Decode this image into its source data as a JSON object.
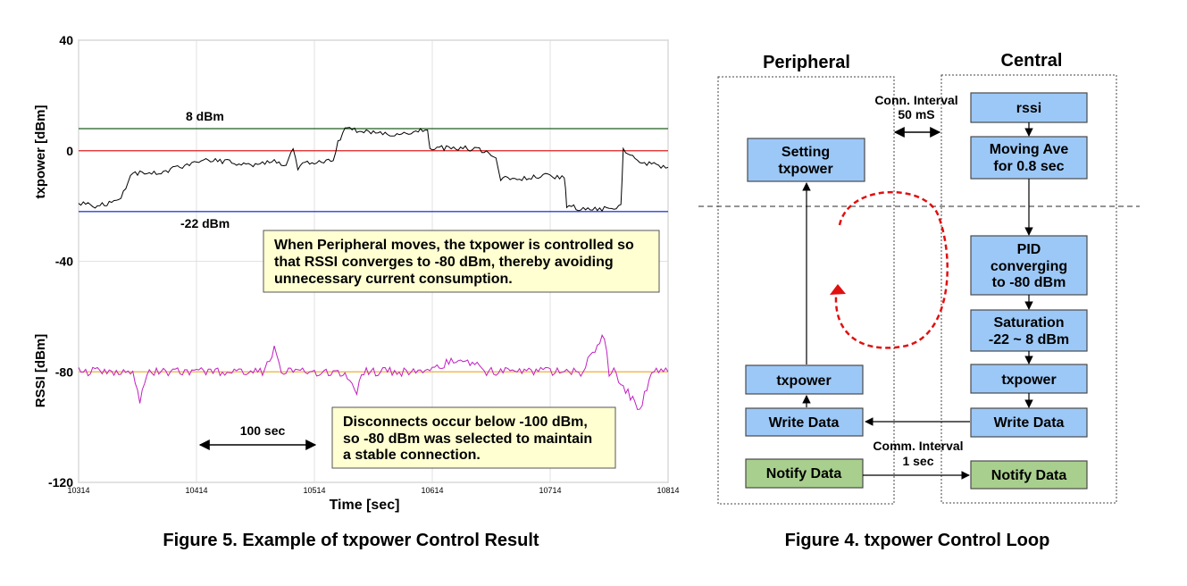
{
  "chart_data": {
    "type": "line",
    "xlabel": "Time [sec]",
    "ylabel_top": "txpower [dBm]",
    "ylabel_bottom": "RSSI [dBm]",
    "xlim": [
      10314,
      10814
    ],
    "ylim": [
      -120,
      40
    ],
    "xticks": [
      "10314",
      "10414",
      "10514",
      "10614",
      "10714",
      "10814"
    ],
    "yticks": [
      "40",
      "0",
      "-40",
      "-80",
      "-120"
    ],
    "reference_lines": [
      {
        "name": "8 dBm",
        "value": 8,
        "color": "#1f5e1f"
      },
      {
        "name": "0",
        "value": 0,
        "color": "#e02020"
      },
      {
        "name": "-22 dBm",
        "value": -22,
        "color": "#2f3fd8"
      },
      {
        "name": "-80",
        "value": -80,
        "color": "#f0b040"
      }
    ],
    "series": [
      {
        "name": "txpower",
        "color": "#000000",
        "x": [
          10314,
          10330,
          10342,
          10348,
          10360,
          10378,
          10390,
          10400,
          10420,
          10440,
          10460,
          10480,
          10490,
          10496,
          10500,
          10508,
          10520,
          10530,
          10534,
          10540,
          10560,
          10580,
          10600,
          10610,
          10612,
          10620,
          10640,
          10660,
          10668,
          10672,
          10690,
          10712,
          10718,
          10726,
          10728,
          10740,
          10760,
          10774,
          10776,
          10790,
          10800,
          10814
        ],
        "y": [
          -19,
          -20,
          -19,
          -18,
          -8,
          -8,
          -7,
          -6,
          -3,
          -4,
          -5,
          -4,
          -5,
          1,
          -6,
          -4,
          -4,
          -3,
          3,
          8,
          7,
          6,
          7,
          8,
          1,
          1,
          1,
          0,
          -2,
          -10,
          -10,
          -9,
          -10,
          -9,
          -20,
          -21,
          -21,
          -20,
          0,
          -4,
          -5,
          -6
        ]
      },
      {
        "name": "RSSI",
        "color": "#c020c0",
        "x": [
          10314,
          10340,
          10360,
          10366,
          10372,
          10400,
          10440,
          10470,
          10480,
          10486,
          10492,
          10520,
          10540,
          10550,
          10556,
          10600,
          10640,
          10660,
          10664,
          10680,
          10700,
          10740,
          10760,
          10764,
          10768,
          10790,
          10800,
          10814
        ],
        "y": [
          -80,
          -80,
          -80,
          -90,
          -80,
          -80,
          -80,
          -80,
          -72,
          -80,
          -80,
          -80,
          -80,
          -87,
          -80,
          -80,
          -75,
          -80,
          -80,
          -80,
          -80,
          -80,
          -67,
          -80,
          -80,
          -94,
          -80,
          -80
        ]
      }
    ]
  },
  "chart_labels": {
    "line_8dbm": "8 dBm",
    "line_m22dbm": "-22 dBm",
    "note1_lines": [
      "When Peripheral moves, the txpower is controlled so",
      "that RSSI converges to -80 dBm, thereby avoiding",
      "unnecessary current consumption."
    ],
    "note2_lines": [
      "Disconnects occur below -100 dBm,",
      "so -80 dBm was selected to maintain",
      "a stable connection."
    ],
    "span_label": "100 sec",
    "caption": "Figure 5. Example of txpower Control Result"
  },
  "diagram": {
    "peripheral_title": "Peripheral",
    "central_title": "Central",
    "conn_interval_top": [
      "Conn. Interval",
      "50 mS"
    ],
    "conn_interval_bottom": [
      "Comm. Interval",
      "1 sec"
    ],
    "peripheral_boxes": {
      "setting": [
        "Setting",
        "txpower"
      ],
      "txpower": "txpower",
      "write": "Write Data",
      "notify": "Notify Data"
    },
    "central_boxes": {
      "rssi": "rssi",
      "moving": [
        "Moving Ave",
        "for 0.8 sec"
      ],
      "pid": [
        "PID",
        "converging",
        "to -80 dBm"
      ],
      "saturation": [
        "Saturation",
        "-22 ~ 8 dBm"
      ],
      "txpower": "txpower",
      "write": "Write Data",
      "notify": "Notify Data"
    },
    "caption": "Figure 4. txpower Control Loop"
  }
}
